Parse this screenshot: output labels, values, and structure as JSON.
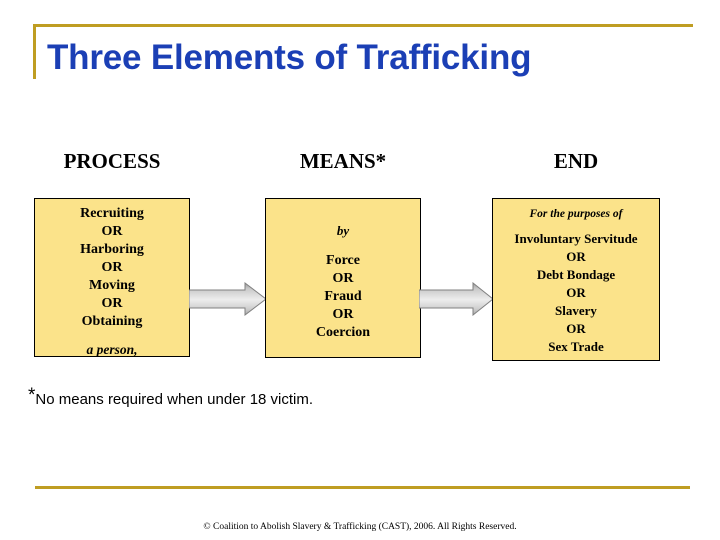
{
  "slide": {
    "title": "Three Elements of Trafficking",
    "title_color": "#1B3FB5",
    "accent_color": "#BF9D22",
    "box_fill_color": "#FBE38A",
    "arrow_color": "#C8C8C8",
    "background_color": "#FFFFFF"
  },
  "columns": [
    {
      "header": "PROCESS"
    },
    {
      "header": "MEANS*"
    },
    {
      "header": "END"
    }
  ],
  "boxes": {
    "process": {
      "lead": "",
      "lines": [
        "Recruiting",
        "OR",
        "Harboring",
        "OR",
        "Moving",
        "OR",
        "Obtaining"
      ],
      "footer": "a person,"
    },
    "means": {
      "lead": "by",
      "lines": [
        "Force",
        "OR",
        "Fraud",
        "OR",
        "Coercion"
      ],
      "footer": ""
    },
    "end": {
      "lead": "For the purposes of",
      "lines": [
        "Involuntary Servitude",
        "OR",
        "Debt Bondage",
        "OR",
        "Slavery",
        "OR",
        "Sex Trade"
      ],
      "footer": ""
    }
  },
  "arrows": [
    {
      "name": "arrow-process-to-means",
      "direction": "right"
    },
    {
      "name": "arrow-means-to-end",
      "direction": "right"
    }
  ],
  "footnote": {
    "marker": "*",
    "text": "No means required when under 18 victim."
  },
  "copyright": "© Coalition to Abolish Slavery & Trafficking (CAST), 2006.  All Rights Reserved."
}
